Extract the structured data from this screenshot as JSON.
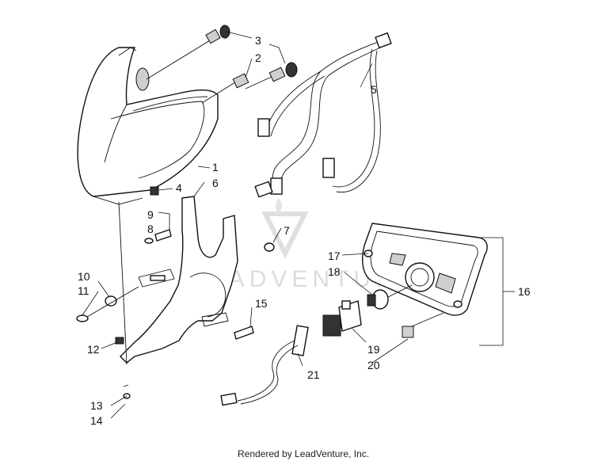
{
  "diagram": {
    "callouts": [
      "1",
      "2",
      "3",
      "4",
      "5",
      "6",
      "7",
      "8",
      "9",
      "10",
      "11",
      "12",
      "13",
      "14",
      "15",
      "16",
      "17",
      "18",
      "19",
      "20",
      "21"
    ],
    "watermark": "LEADVENTURE",
    "footer": "Rendered by LeadVenture, Inc."
  }
}
